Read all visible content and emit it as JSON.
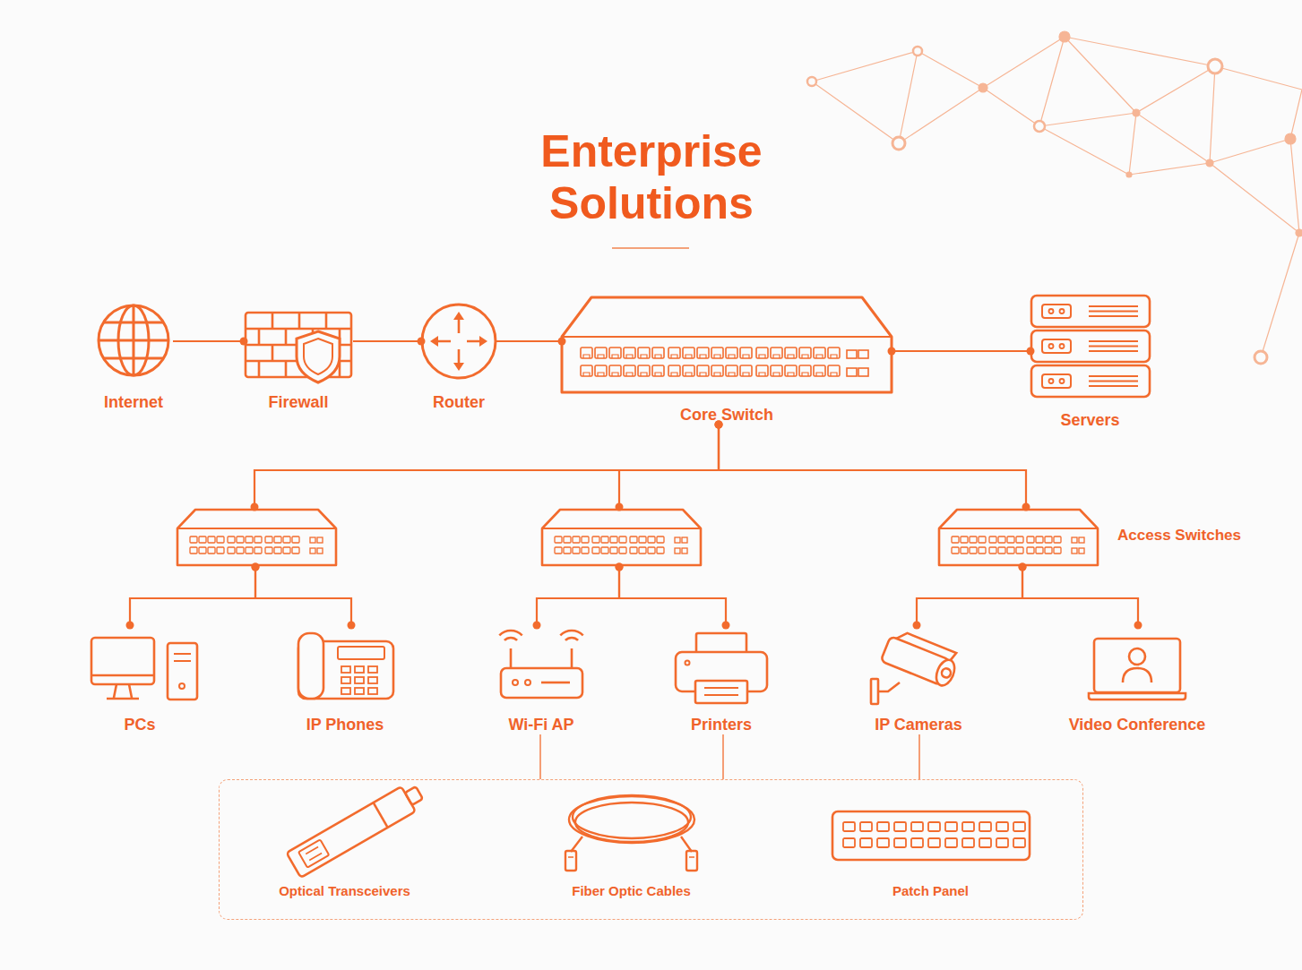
{
  "diagram": {
    "title": "Enterprise Solutions",
    "nodes": [
      {
        "text": [
          "Internet"
        ]
      },
      {
        "text": [
          "Firewall"
        ]
      },
      {
        "text": [
          "Router"
        ]
      },
      {
        "text": [
          "Core Switch"
        ]
      },
      {
        "text": [
          "Servers"
        ]
      },
      {
        "text": []
      },
      {
        "text": []
      },
      {
        "text": [
          "Access Switches"
        ]
      },
      {
        "text": [
          "PCs"
        ]
      },
      {
        "text": [
          "IP Phones"
        ]
      },
      {
        "text": [
          "Wi-Fi AP"
        ]
      },
      {
        "text": [
          "Printers"
        ]
      },
      {
        "text": [
          "IP Cameras"
        ]
      },
      {
        "text": [
          "Video Conference"
        ]
      },
      {
        "text": []
      },
      {
        "text": [
          "Optical Transceivers"
        ],
        "in": 14
      },
      {
        "text": [
          "Fiber Optic Cables"
        ],
        "in": 14
      },
      {
        "text": [
          "Patch Panel"
        ],
        "in": 14
      }
    ],
    "edges": [
      {
        "from": 0,
        "to": 1,
        "arrow": "none"
      },
      {
        "from": 1,
        "to": 2,
        "arrow": "none"
      },
      {
        "from": 2,
        "to": 3,
        "arrow": "none"
      },
      {
        "from": 3,
        "to": 4,
        "arrow": "none"
      },
      {
        "from": 3,
        "to": 5,
        "arrow": "none"
      },
      {
        "from": 3,
        "to": 6,
        "arrow": "none"
      },
      {
        "from": 3,
        "to": 7,
        "arrow": "none"
      },
      {
        "from": 5,
        "to": 8,
        "arrow": "none"
      },
      {
        "from": 5,
        "to": 9,
        "arrow": "none"
      },
      {
        "from": 6,
        "to": 10,
        "arrow": "none"
      },
      {
        "from": 6,
        "to": 11,
        "arrow": "none"
      },
      {
        "from": 7,
        "to": 12,
        "arrow": "none"
      },
      {
        "from": 7,
        "to": 13,
        "arrow": "none"
      },
      {
        "from": 10,
        "to": 14,
        "arrow": "none"
      },
      {
        "from": 11,
        "to": 14,
        "arrow": "none"
      },
      {
        "from": 12,
        "to": 14,
        "arrow": "none"
      }
    ]
  }
}
